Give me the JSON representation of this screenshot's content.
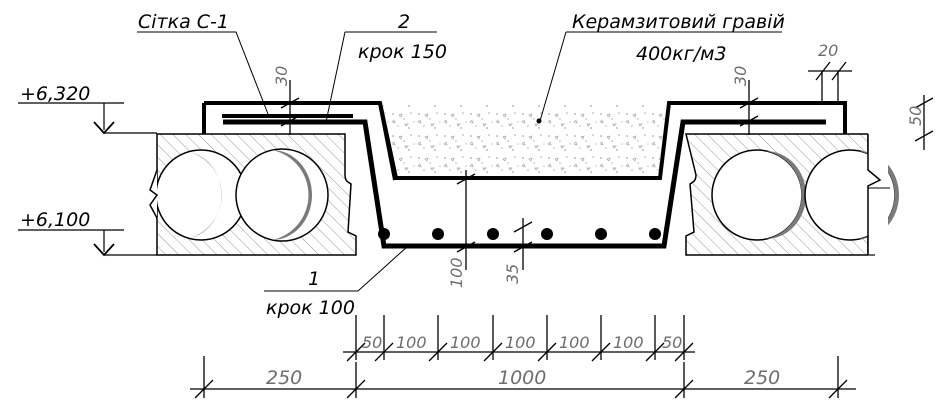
{
  "labels": {
    "mesh": "Сітка С-1",
    "bar2_number": "2",
    "bar2_step": "крок 150",
    "gravel": "Керамзитовий гравій",
    "gravel_density": "400кг/м3",
    "bar1_number": "1",
    "bar1_step": "крок 100",
    "level_top": "+6,320",
    "level_bottom": "+6,100"
  },
  "dimensions": {
    "left_cover": "30",
    "right_cover": "30",
    "right_offset": "20",
    "right_edge": "50",
    "bottom_thickness": "100",
    "bottom_cover": "35",
    "spacing": [
      "50",
      "100",
      "100",
      "100",
      "100",
      "100",
      "50"
    ],
    "bottom_row": [
      "250",
      "1000",
      "250"
    ]
  },
  "colors": {
    "line": "#000000",
    "dimension": "#6d6d6d",
    "hatch": "#9a9a9a",
    "void_shade": "#7a7a7a",
    "gravel_dots": "#a8a8a8"
  }
}
